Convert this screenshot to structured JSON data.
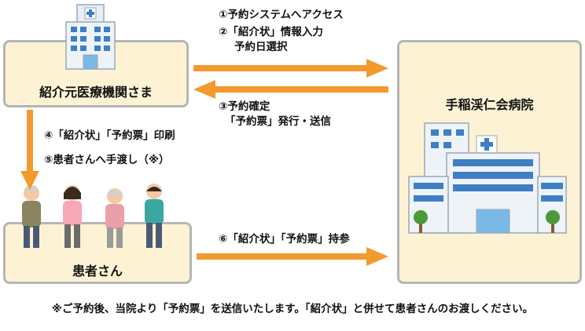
{
  "referrer": {
    "label": "紹介元医療機関さま"
  },
  "hospital": {
    "label": "手稲渓仁会病院"
  },
  "patient": {
    "label": "患者さん"
  },
  "steps": {
    "s1": "①予約システムへアクセス",
    "s2a": "②「紹介状」情報入力",
    "s2b": "予約日選択",
    "s3a": "③予約確定",
    "s3b": "「予約票」発行・送信",
    "s4": "④「紹介状」「予約票」印刷",
    "s5": "⑤患者さんへ手渡し（※）",
    "s6": "⑥「紹介状」「予約票」持参"
  },
  "footer_note": "※ご予約後、当院より「予約票」を送信いたします。「紹介状」と併せて患者さんのお渡しください。",
  "colors": {
    "arrow": "#f29a2e",
    "box_fill": "#fdf3d4",
    "box_border": "#b5b5b5"
  }
}
